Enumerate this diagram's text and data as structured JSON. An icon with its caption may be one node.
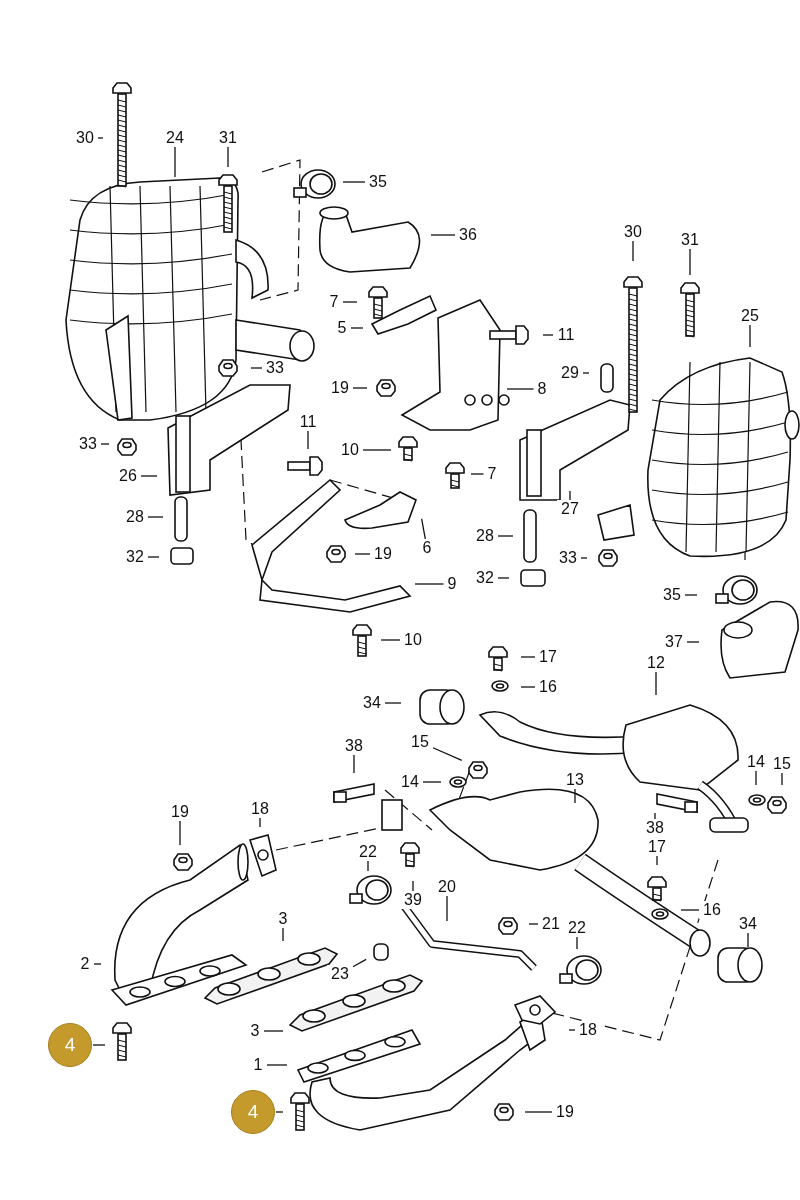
{
  "diagram": {
    "nodes": [
      {
        "text": [
          "30"
        ]
      },
      {
        "text": [
          "24"
        ]
      },
      {
        "text": [
          "31"
        ]
      },
      {
        "text": [
          "35"
        ]
      },
      {
        "text": [
          "36"
        ]
      },
      {
        "text": [
          "30"
        ]
      },
      {
        "text": [
          "31"
        ]
      },
      {
        "text": [
          "25"
        ]
      },
      {
        "text": [
          "7"
        ]
      },
      {
        "text": [
          "5"
        ]
      },
      {
        "text": [
          "11"
        ]
      },
      {
        "text": [
          "33"
        ]
      },
      {
        "text": [
          "29"
        ]
      },
      {
        "text": [
          "19"
        ]
      },
      {
        "text": [
          "8"
        ]
      },
      {
        "text": [
          "33"
        ]
      },
      {
        "text": [
          "26"
        ]
      },
      {
        "text": [
          "11"
        ]
      },
      {
        "text": [
          "10"
        ]
      },
      {
        "text": [
          "7"
        ]
      },
      {
        "text": [
          "27"
        ]
      },
      {
        "text": [
          "28"
        ]
      },
      {
        "text": [
          "6"
        ]
      },
      {
        "text": [
          "28"
        ]
      },
      {
        "text": [
          "32"
        ]
      },
      {
        "text": [
          "19"
        ]
      },
      {
        "text": [
          "33"
        ]
      },
      {
        "text": [
          "9"
        ]
      },
      {
        "text": [
          "32"
        ]
      },
      {
        "text": [
          "35"
        ]
      },
      {
        "text": [
          "10"
        ]
      },
      {
        "text": [
          "37"
        ]
      },
      {
        "text": [
          "17"
        ]
      },
      {
        "text": [
          "16"
        ]
      },
      {
        "text": [
          "12"
        ]
      },
      {
        "text": [
          "34"
        ]
      },
      {
        "text": [
          "38"
        ]
      },
      {
        "text": [
          "15"
        ]
      },
      {
        "text": [
          "14"
        ]
      },
      {
        "text": [
          "13"
        ]
      },
      {
        "text": [
          "14"
        ]
      },
      {
        "text": [
          "15"
        ]
      },
      {
        "text": [
          "19"
        ]
      },
      {
        "text": [
          "18"
        ]
      },
      {
        "text": [
          "38"
        ]
      },
      {
        "text": [
          "17"
        ]
      },
      {
        "text": [
          "22"
        ]
      },
      {
        "text": [
          "39"
        ]
      },
      {
        "text": [
          "20"
        ]
      },
      {
        "text": [
          "21"
        ]
      },
      {
        "text": [
          "16"
        ]
      },
      {
        "text": [
          "3"
        ]
      },
      {
        "text": [
          "34"
        ]
      },
      {
        "text": [
          "22"
        ]
      },
      {
        "text": [
          "2"
        ]
      },
      {
        "text": [
          "23"
        ]
      },
      {
        "text": [
          "3"
        ]
      },
      {
        "text": [
          "18"
        ]
      },
      {
        "text": [
          "4"
        ]
      },
      {
        "text": [
          "1"
        ]
      },
      {
        "text": [
          "19"
        ]
      },
      {
        "text": [
          "4"
        ]
      }
    ],
    "edges": [
      {
        "from": 0,
        "to": null,
        "arrow": "none"
      },
      {
        "from": 1,
        "to": null,
        "arrow": "none"
      },
      {
        "from": 2,
        "to": null,
        "arrow": "none"
      },
      {
        "from": 3,
        "to": null,
        "arrow": "none"
      },
      {
        "from": 4,
        "to": null,
        "arrow": "none"
      },
      {
        "from": 5,
        "to": null,
        "arrow": "none"
      },
      {
        "from": 6,
        "to": null,
        "arrow": "none"
      },
      {
        "from": 7,
        "to": null,
        "arrow": "none"
      },
      {
        "from": 8,
        "to": null,
        "arrow": "none"
      },
      {
        "from": 9,
        "to": null,
        "arrow": "none"
      },
      {
        "from": 10,
        "to": null,
        "arrow": "none"
      },
      {
        "from": 11,
        "to": null,
        "arrow": "none"
      },
      {
        "from": 12,
        "to": null,
        "arrow": "none"
      },
      {
        "from": 13,
        "to": null,
        "arrow": "none"
      },
      {
        "from": 14,
        "to": null,
        "arrow": "none"
      },
      {
        "from": 15,
        "to": null,
        "arrow": "none"
      },
      {
        "from": 16,
        "to": null,
        "arrow": "none"
      },
      {
        "from": 17,
        "to": null,
        "arrow": "none"
      },
      {
        "from": 18,
        "to": null,
        "arrow": "none"
      },
      {
        "from": 19,
        "to": null,
        "arrow": "none"
      },
      {
        "from": 20,
        "to": null,
        "arrow": "none"
      },
      {
        "from": 21,
        "to": null,
        "arrow": "none"
      },
      {
        "from": 22,
        "to": null,
        "arrow": "none"
      },
      {
        "from": 23,
        "to": null,
        "arrow": "none"
      },
      {
        "from": 24,
        "to": null,
        "arrow": "none"
      },
      {
        "from": 25,
        "to": null,
        "arrow": "none"
      },
      {
        "from": 26,
        "to": null,
        "arrow": "none"
      },
      {
        "from": 27,
        "to": null,
        "arrow": "none"
      },
      {
        "from": 28,
        "to": null,
        "arrow": "none"
      },
      {
        "from": 29,
        "to": null,
        "arrow": "none"
      },
      {
        "from": 30,
        "to": null,
        "arrow": "none"
      },
      {
        "from": 31,
        "to": null,
        "arrow": "none"
      },
      {
        "from": 32,
        "to": null,
        "arrow": "none"
      },
      {
        "from": 33,
        "to": null,
        "arrow": "none"
      },
      {
        "from": 34,
        "to": null,
        "arrow": "none"
      },
      {
        "from": 35,
        "to": null,
        "arrow": "none"
      },
      {
        "from": 36,
        "to": null,
        "arrow": "none"
      },
      {
        "from": 37,
        "to": null,
        "arrow": "none"
      },
      {
        "from": 38,
        "to": null,
        "arrow": "none"
      },
      {
        "from": 39,
        "to": null,
        "arrow": "none"
      },
      {
        "from": 40,
        "to": null,
        "arrow": "none"
      },
      {
        "from": 41,
        "to": null,
        "arrow": "none"
      },
      {
        "from": 42,
        "to": null,
        "arrow": "none"
      },
      {
        "from": 43,
        "to": null,
        "arrow": "none"
      },
      {
        "from": 44,
        "to": null,
        "arrow": "none"
      },
      {
        "from": 45,
        "to": null,
        "arrow": "none"
      },
      {
        "from": 46,
        "to": null,
        "arrow": "none"
      },
      {
        "from": 47,
        "to": null,
        "arrow": "none"
      },
      {
        "from": 48,
        "to": null,
        "arrow": "none"
      },
      {
        "from": 49,
        "to": null,
        "arrow": "none"
      },
      {
        "from": 50,
        "to": null,
        "arrow": "none"
      },
      {
        "from": 51,
        "to": null,
        "arrow": "none"
      },
      {
        "from": 52,
        "to": null,
        "arrow": "none"
      },
      {
        "from": 53,
        "to": null,
        "arrow": "none"
      },
      {
        "from": 54,
        "to": null,
        "arrow": "none"
      },
      {
        "from": 55,
        "to": null,
        "arrow": "none"
      },
      {
        "from": 56,
        "to": null,
        "arrow": "none"
      },
      {
        "from": 57,
        "to": null,
        "arrow": "none"
      },
      {
        "from": 58,
        "to": null,
        "arrow": "none"
      },
      {
        "from": 59,
        "to": null,
        "arrow": "none"
      },
      {
        "from": 60,
        "to": null,
        "arrow": "none"
      },
      {
        "from": 61,
        "to": null,
        "arrow": "none"
      }
    ]
  }
}
